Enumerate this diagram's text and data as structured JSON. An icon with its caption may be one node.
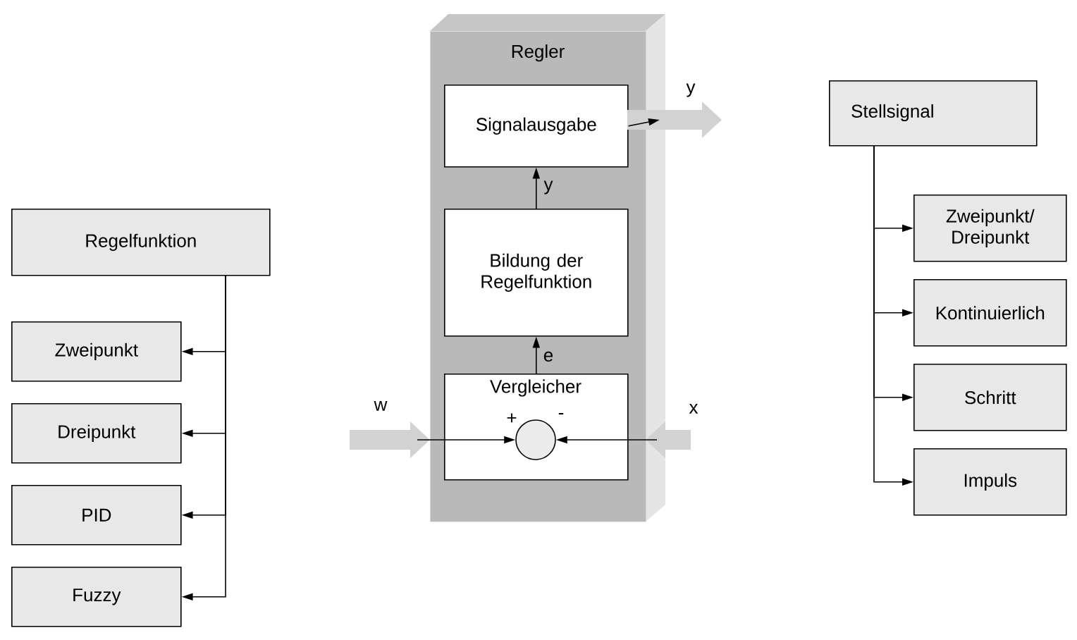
{
  "diagram": {
    "nodes": [
      {
        "text": [
          "Regelfunktion"
        ]
      },
      {
        "text": [
          "Zweipunkt"
        ]
      },
      {
        "text": [
          "Dreipunkt"
        ]
      },
      {
        "text": [
          "PID"
        ]
      },
      {
        "text": [
          "Fuzzy"
        ]
      },
      {
        "text": [
          "Regler"
        ]
      },
      {
        "text": [
          "Signalausgabe"
        ],
        "in": 5
      },
      {
        "text": [
          "Bildung der Regelfunktion"
        ],
        "in": 5
      },
      {
        "text": [
          "Vergleicher"
        ],
        "in": 5
      },
      {
        "text": [],
        "shape": "circle",
        "in": 8
      },
      {
        "text": [
          "Stellsignal"
        ]
      },
      {
        "text": [
          "Zweipunkt/ Dreipunkt"
        ]
      },
      {
        "text": [
          "Kontinuierlich"
        ]
      },
      {
        "text": [
          "Schritt"
        ]
      },
      {
        "text": [
          "Impuls"
        ]
      }
    ],
    "edges": [
      {
        "from": 0,
        "to": 1,
        "arrow": "to"
      },
      {
        "from": 0,
        "to": 2,
        "arrow": "to"
      },
      {
        "from": 0,
        "to": 3,
        "arrow": "to"
      },
      {
        "from": 0,
        "to": 4,
        "arrow": "to"
      },
      {
        "from": null,
        "to": 9,
        "arrow": "to",
        "label": "w"
      },
      {
        "from": null,
        "to": 9,
        "arrow": "to",
        "label": "x"
      },
      {
        "from": 8,
        "to": 7,
        "arrow": "to",
        "label": "e"
      },
      {
        "from": 7,
        "to": 6,
        "arrow": "to",
        "label": "y"
      },
      {
        "from": 6,
        "to": null,
        "arrow": "to",
        "label": "y"
      },
      {
        "from": 10,
        "to": 11,
        "arrow": "to"
      },
      {
        "from": 10,
        "to": 12,
        "arrow": "to"
      },
      {
        "from": 10,
        "to": 13,
        "arrow": "to"
      },
      {
        "from": 10,
        "to": 14,
        "arrow": "to"
      }
    ],
    "labels": [
      "+",
      "-"
    ]
  }
}
